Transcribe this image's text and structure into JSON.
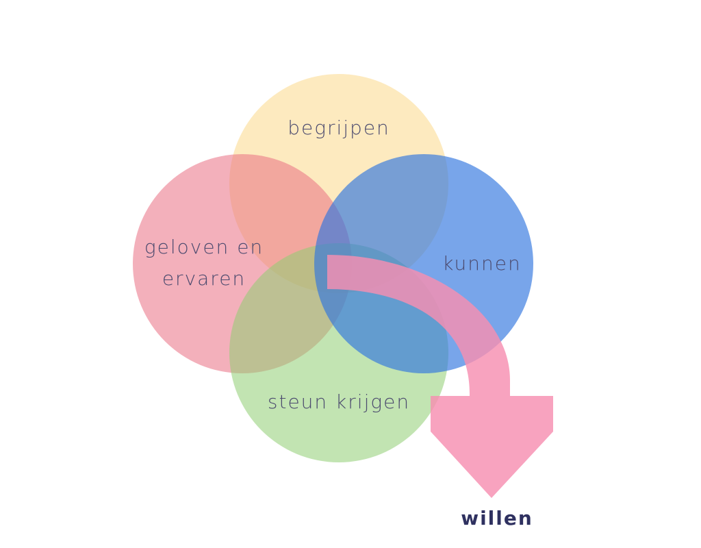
{
  "diagram": {
    "circles": {
      "top": {
        "label": "begrijpen",
        "color": "#fbd98a"
      },
      "left": {
        "label_line1": "geloven en",
        "label_line2": "ervaren",
        "color": "#ea6f84"
      },
      "right": {
        "label": "kunnen",
        "color": "#2f74de"
      },
      "bottom": {
        "label": "steun krijgen",
        "color": "#8fcd72"
      }
    },
    "arrow": {
      "label": "willen",
      "color": "#f78fb1"
    },
    "text_color": "#4b4a6e"
  }
}
